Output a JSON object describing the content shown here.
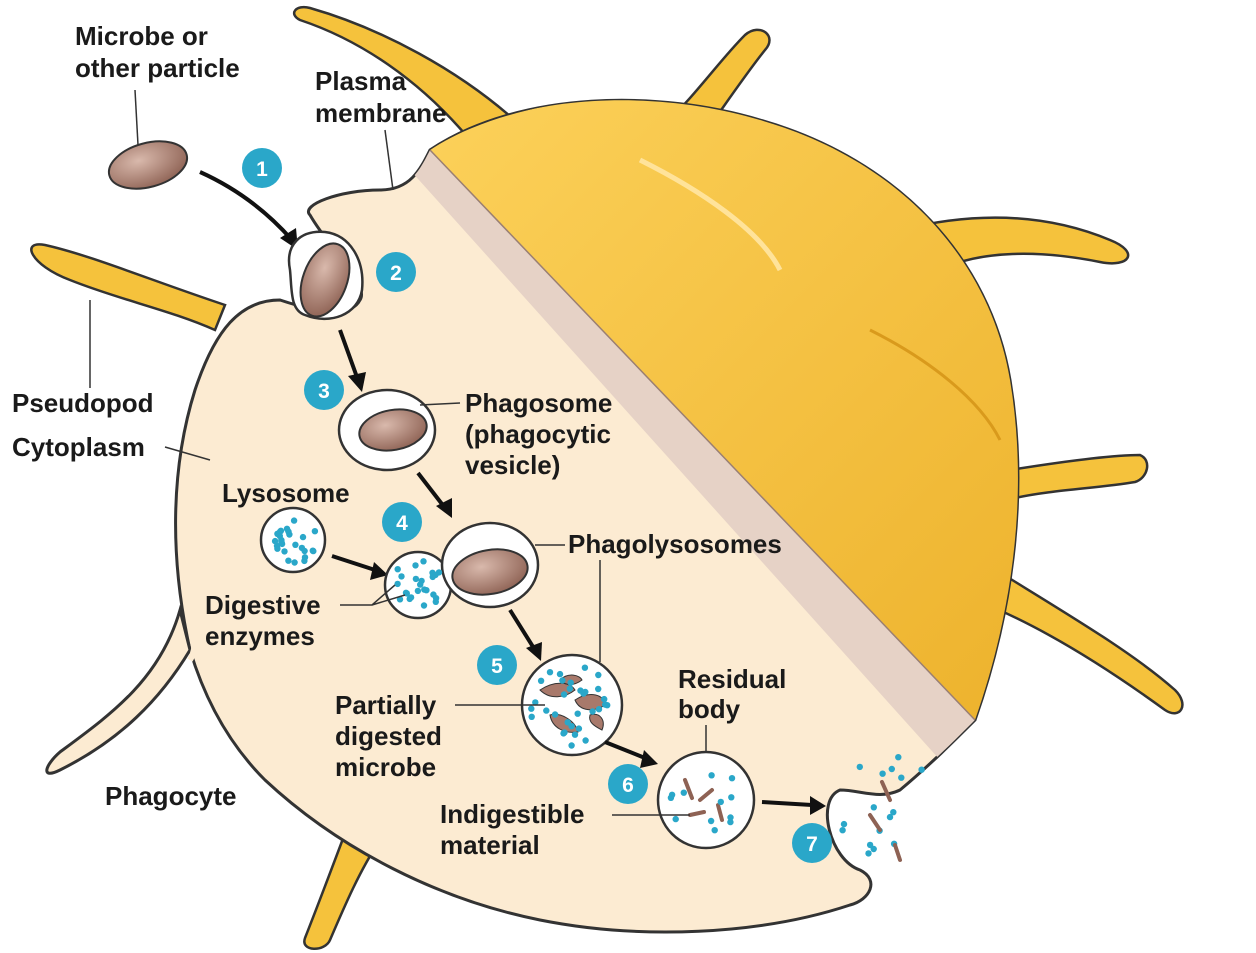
{
  "labels": {
    "microbe": [
      "Microbe or",
      "other particle"
    ],
    "plasma_membrane": [
      "Plasma",
      "membrane"
    ],
    "pseudopod": "Pseudopod",
    "cytoplasm": "Cytoplasm",
    "phagosome": [
      "Phagosome",
      "(phagocytic",
      "vesicle)"
    ],
    "lysosome": "Lysosome",
    "phagolysosomes": "Phagolysosomes",
    "digestive_enzymes": [
      "Digestive",
      "enzymes"
    ],
    "partially_digested": [
      "Partially",
      "digested",
      "microbe"
    ],
    "residual_body": [
      "Residual",
      "body"
    ],
    "indigestible": [
      "Indigestible",
      "material"
    ],
    "phagocyte": "Phagocyte"
  },
  "steps": [
    "1",
    "2",
    "3",
    "4",
    "5",
    "6",
    "7"
  ],
  "colors": {
    "cell_outer": "#F5C23C",
    "cell_outer_dark": "#E0A21E",
    "cell_inner": "#FCEBD2",
    "cut_face": "#E6D2C6",
    "microbe": "#A8796B",
    "enzyme": "#2AA7C9",
    "step_badge": "#2AA7C9"
  }
}
